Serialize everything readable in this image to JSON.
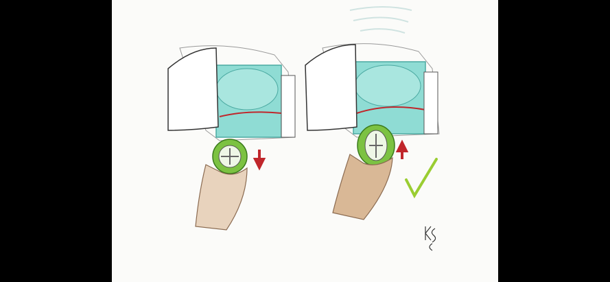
{
  "illustration": {
    "panels": [
      {
        "state": "remove",
        "arrow": "down",
        "arrow_color": "#c0262b"
      },
      {
        "state": "install",
        "arrow": "up",
        "arrow_color": "#c0262b",
        "check_color": "#9acd32"
      }
    ],
    "signature": "KS",
    "colors": {
      "housing": "#7fd6cf",
      "cap": "#7cc242",
      "wire": "#c0262b",
      "skin": "#c9a07a"
    }
  }
}
